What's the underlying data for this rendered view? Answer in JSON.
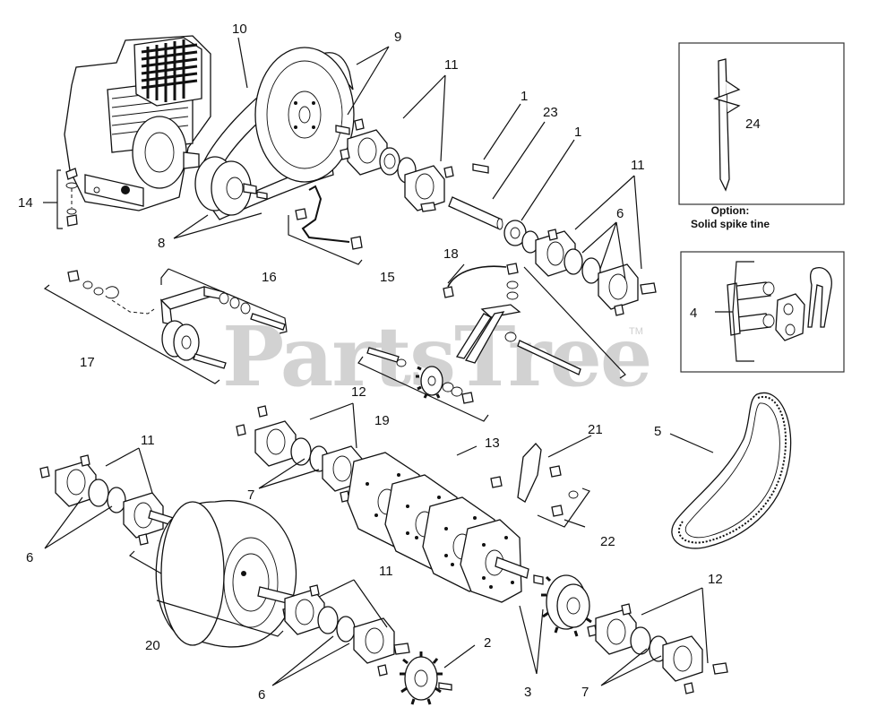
{
  "watermark": {
    "text": "PartsTree",
    "tm": "TM"
  },
  "callouts": [
    {
      "id": "c10",
      "text": "10"
    },
    {
      "id": "c9",
      "text": "9"
    },
    {
      "id": "c11a",
      "text": "11"
    },
    {
      "id": "c1a",
      "text": "1"
    },
    {
      "id": "c23",
      "text": "23"
    },
    {
      "id": "c1b",
      "text": "1"
    },
    {
      "id": "c11b",
      "text": "11"
    },
    {
      "id": "c6a",
      "text": "6"
    },
    {
      "id": "c14",
      "text": "14"
    },
    {
      "id": "c8",
      "text": "8"
    },
    {
      "id": "c15",
      "text": "15"
    },
    {
      "id": "c18",
      "text": "18"
    },
    {
      "id": "c16",
      "text": "16"
    },
    {
      "id": "c17",
      "text": "17"
    },
    {
      "id": "c19",
      "text": "19"
    },
    {
      "id": "c12a",
      "text": "12"
    },
    {
      "id": "c11c",
      "text": "11"
    },
    {
      "id": "c13",
      "text": "13"
    },
    {
      "id": "c21",
      "text": "21"
    },
    {
      "id": "c5",
      "text": "5"
    },
    {
      "id": "c7a",
      "text": "7"
    },
    {
      "id": "c22",
      "text": "22"
    },
    {
      "id": "c6b",
      "text": "6"
    },
    {
      "id": "c11d",
      "text": "11"
    },
    {
      "id": "c12b",
      "text": "12"
    },
    {
      "id": "c20",
      "text": "20"
    },
    {
      "id": "c2",
      "text": "2"
    },
    {
      "id": "c6c",
      "text": "6"
    },
    {
      "id": "c3",
      "text": "3"
    },
    {
      "id": "c7b",
      "text": "7"
    },
    {
      "id": "c24",
      "text": "24"
    },
    {
      "id": "c4",
      "text": "4"
    }
  ],
  "option_box": {
    "line1": "Option:",
    "line2": "Solid spike tine"
  }
}
